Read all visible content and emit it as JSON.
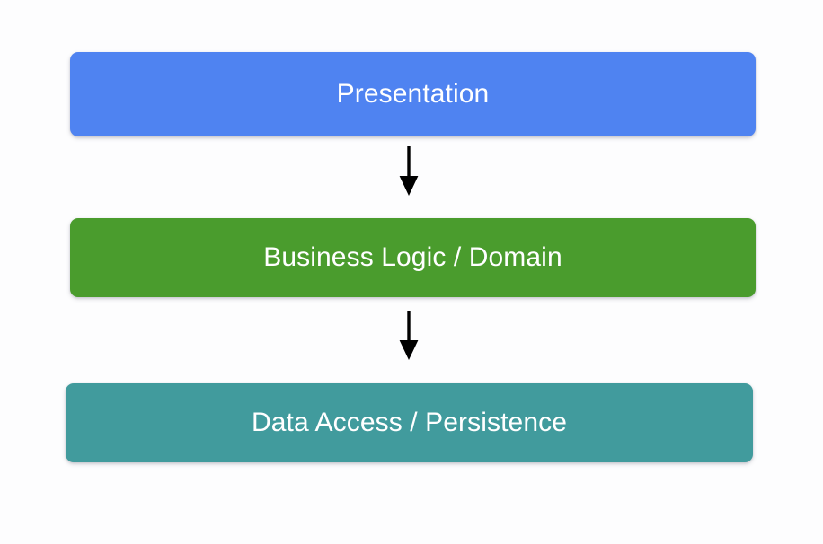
{
  "diagram": {
    "type": "layered-architecture",
    "background_color": "#fdfdfe",
    "layers": [
      {
        "id": "presentation",
        "label": "Presentation",
        "fill_color": "#4f83f1",
        "text_color": "#ffffff",
        "order": 1
      },
      {
        "id": "business-logic",
        "label": "Business Logic / Domain",
        "fill_color": "#4a9c2d",
        "text_color": "#ffffff",
        "order": 2
      },
      {
        "id": "data-access",
        "label": "Data Access / Persistence",
        "fill_color": "#419b9d",
        "text_color": "#ffffff",
        "order": 3
      }
    ],
    "connectors": [
      {
        "id": "presentation-to-business",
        "from": "presentation",
        "to": "business-logic",
        "direction": "down",
        "color": "#000000",
        "label": ""
      },
      {
        "id": "business-to-data",
        "from": "business-logic",
        "to": "data-access",
        "direction": "down",
        "color": "#000000",
        "label": ""
      }
    ]
  }
}
